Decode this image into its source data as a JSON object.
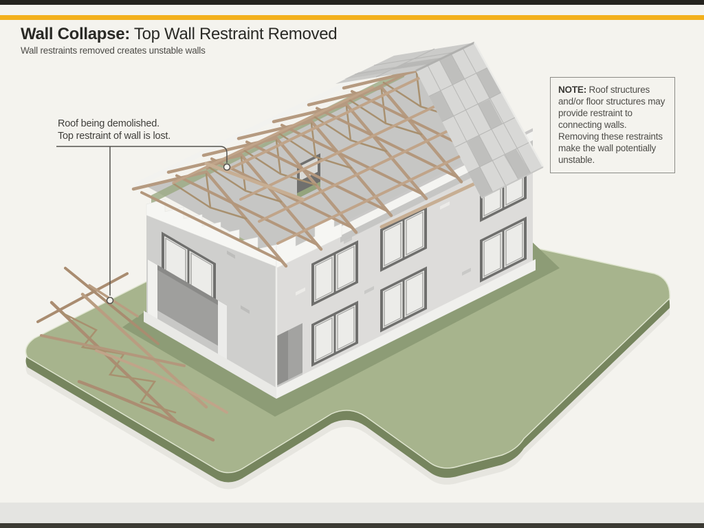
{
  "header": {
    "title_bold": "Wall Collapse:",
    "title_rest": " Top Wall Restraint Removed",
    "subtitle": "Wall restraints removed creates unstable walls"
  },
  "callout": {
    "line1": "Roof being demolished.",
    "line2": "Top restraint of wall is lost."
  },
  "note": {
    "label": "NOTE:",
    "text": " Roof structures and/or floor structures may provide restraint to connecting walls. Removing these restraints make the wall potentially unstable."
  },
  "illustration": {
    "description": "Isometric two-storey blockwork house with roof tiles removed, exposed timber roof trusses, demolished jagged gable wall top, and a collapsed truss lying on the grass",
    "colors": {
      "background": "#f4f3ee",
      "top_bar_black": "#24231e",
      "top_bar_yellow": "#f3b01c",
      "footer_strip": "#e4e4e1",
      "footer_bar": "#3b3a33",
      "grass_top": "#a7b48d",
      "grass_side": "#76855e",
      "grass_shadow_band": "#8d9c76",
      "wall_sw": "#cfcfcd",
      "wall_se": "#dddcda",
      "wall_interior": "#c6c6c4",
      "wood": "#b59a80",
      "wood_dark": "#a8906f",
      "wood_light": "#c7ae93",
      "tile_light": "#d8d8d6",
      "tile_mid": "#cbcbc9",
      "tile_dark": "#bfbfbd",
      "window_frame": "#6f6f6d",
      "glass": "#ecece9",
      "fascia_white": "#f4f4f1",
      "leader_line": "#53524d"
    }
  }
}
